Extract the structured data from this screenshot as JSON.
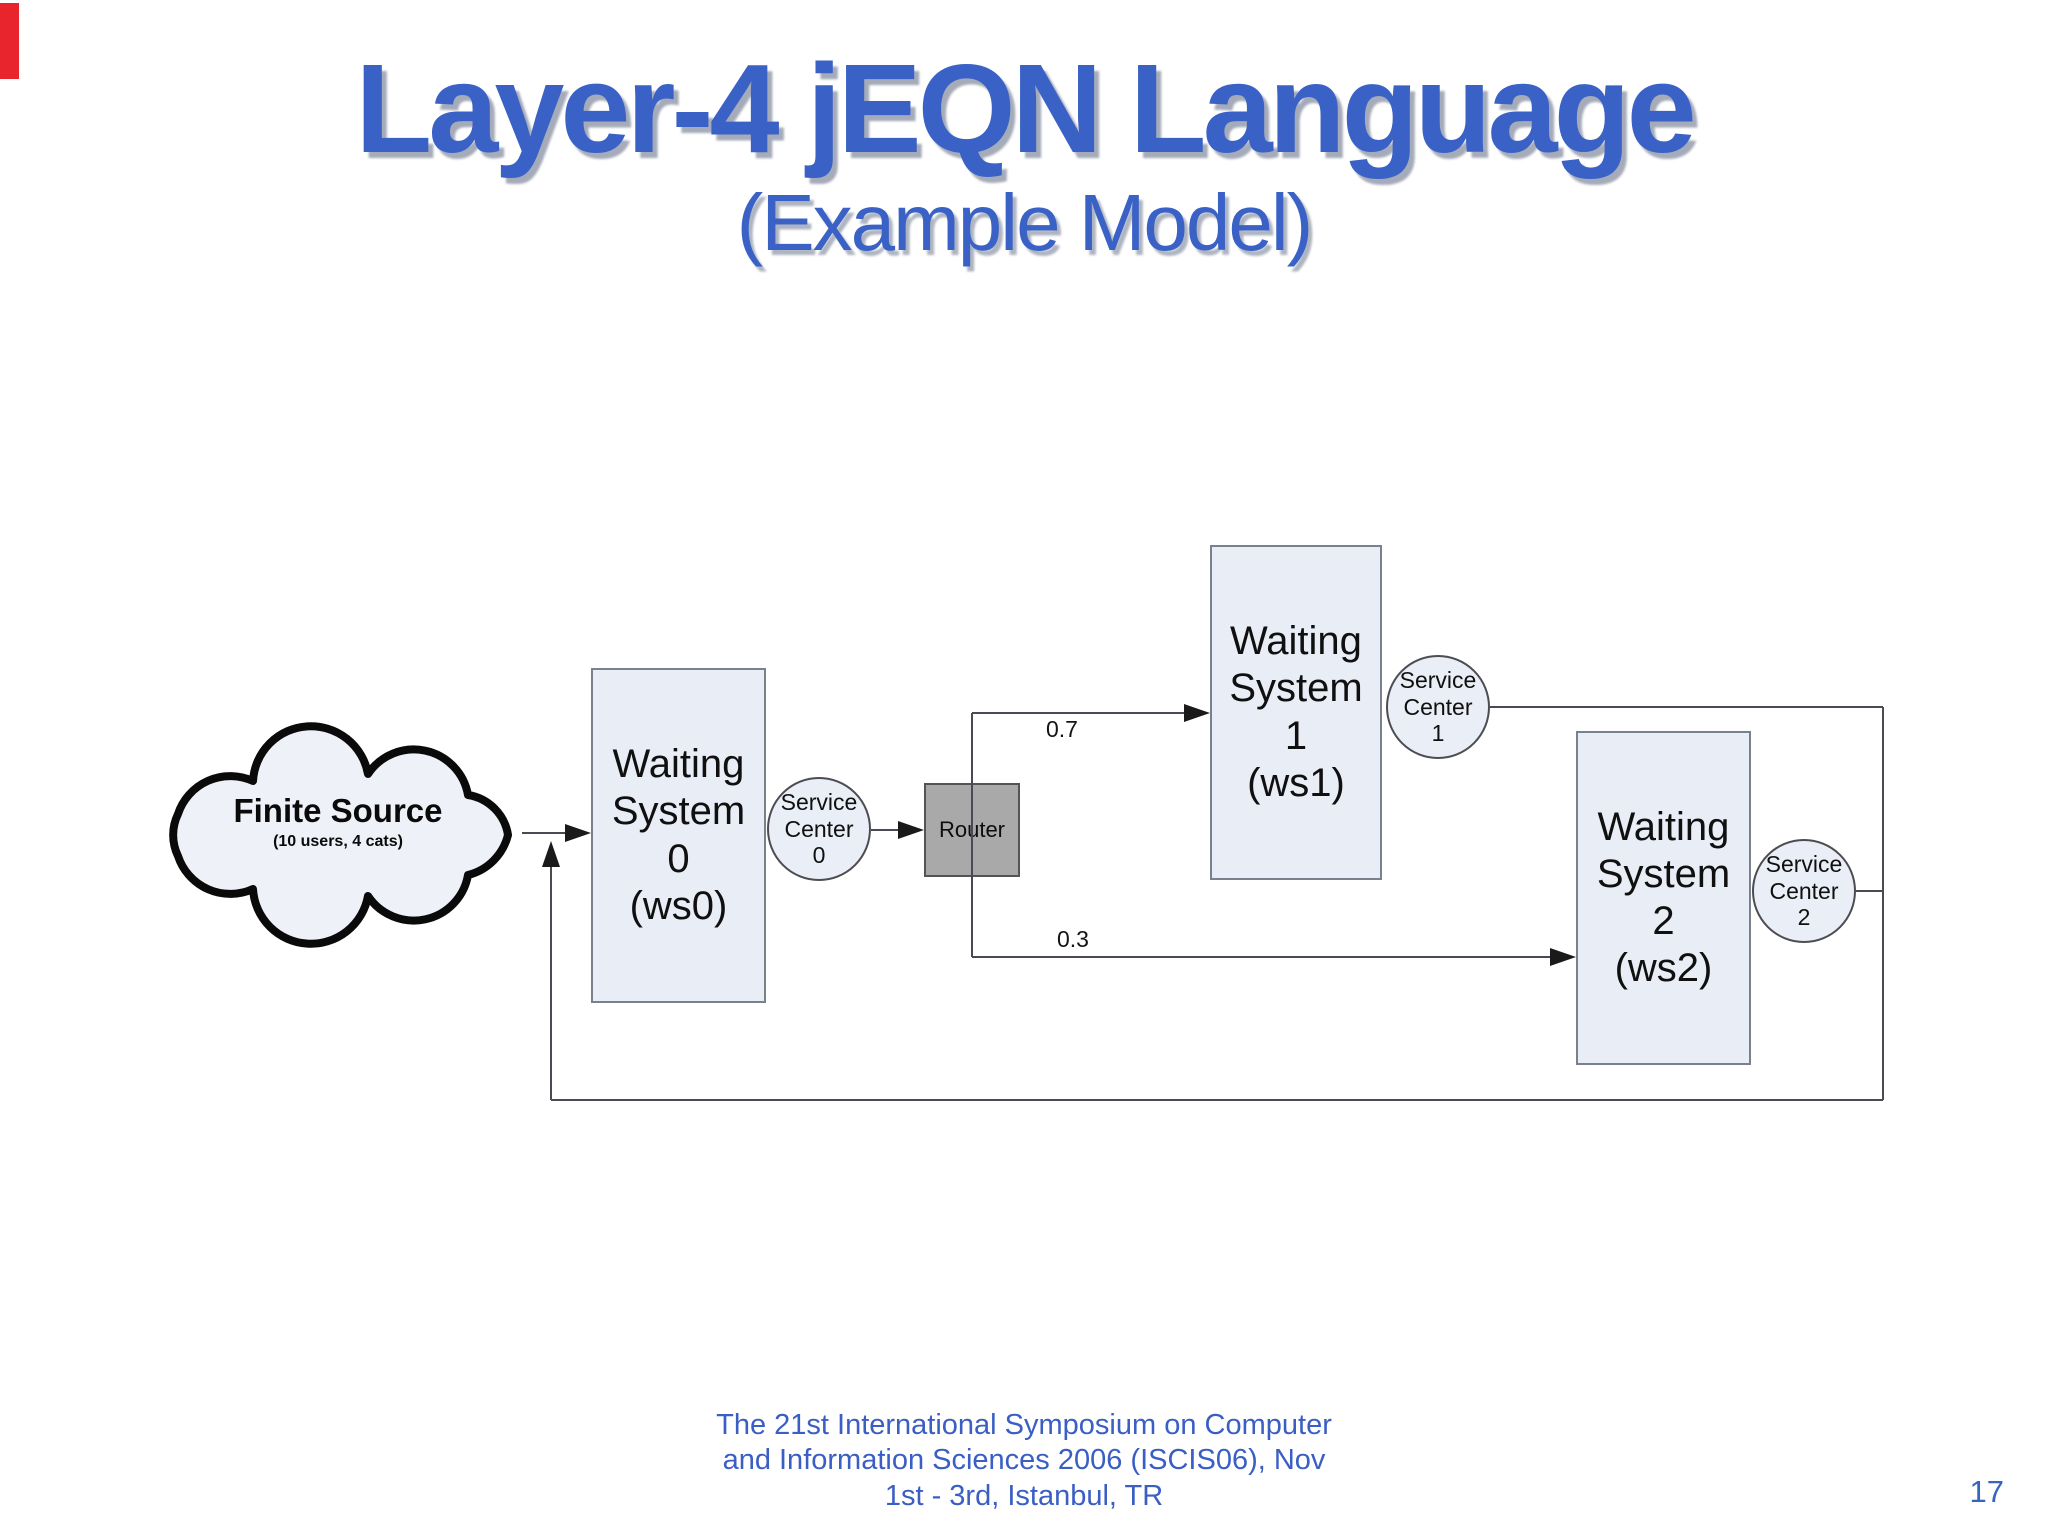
{
  "slide": {
    "title": "Layer-4 jEQN Language",
    "subtitle": "(Example Model)",
    "footer": "The 21st International Symposium on Computer\nand Information Sciences 2006 (ISCIS06), Nov\n1st - 3rd, Istanbul, TR",
    "page_number": "17"
  },
  "diagram": {
    "source": {
      "name": "Finite Source",
      "detail": "(10 users, 4 cats)"
    },
    "waiting_system_0": "Waiting\nSystem\n0\n(ws0)",
    "service_center_0": "Service\nCenter\n0",
    "router": "Router",
    "prob_ws1": "0.7",
    "prob_ws2": "0.3",
    "waiting_system_1": "Waiting\nSystem\n1\n(ws1)",
    "service_center_1": "Service\nCenter\n1",
    "waiting_system_2": "Waiting\nSystem\n2\n(ws2)",
    "service_center_2": "Service\nCenter\n2"
  },
  "colors": {
    "title_blue": "#3a62c6",
    "footer_blue": "#3a5ec4",
    "box_fill": "#e9edf6",
    "router_gray": "#a9a9a9",
    "line_gray": "#4a4a52",
    "cloud_fill": "#eef1f8",
    "marker_red": "#e8252c"
  }
}
